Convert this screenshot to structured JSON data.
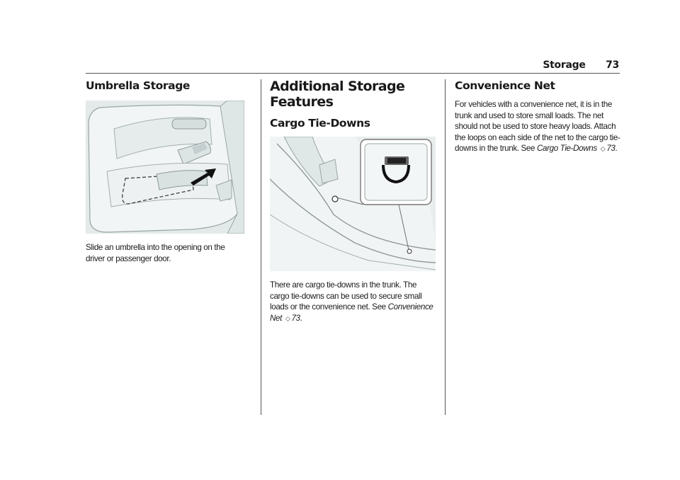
{
  "header": {
    "section": "Storage",
    "page_number": "73"
  },
  "umbrella": {
    "title": "Umbrella Storage",
    "text": "Slide an umbrella into the opening on the driver or passenger door."
  },
  "additional": {
    "title": "Additional Storage Features",
    "cargo": {
      "title": "Cargo Tie-Downs",
      "text": "There are cargo tie-downs in the trunk. The cargo tie-downs can be used to secure small loads or the convenience net. See",
      "xref_text": "Convenience Net",
      "xref_page": "73",
      "end": "."
    }
  },
  "net": {
    "title": "Convenience Net",
    "text": "For vehicles with a convenience net, it is in the trunk and used to store small loads. The net should not be used to store heavy loads. Attach the loops on each side of the net to the cargo tie-downs in the trunk. See",
    "xref_text": "Cargo Tie-Downs",
    "xref_page": "73",
    "end": "."
  },
  "xref_symbol": "◇"
}
